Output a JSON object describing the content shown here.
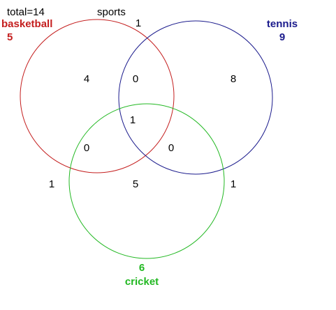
{
  "header": {
    "total": "total=14",
    "universe_label": "sports",
    "universe_only": "1"
  },
  "sets": {
    "basketball": {
      "label": "basketball",
      "count": "5",
      "color": "#c41e1e"
    },
    "tennis": {
      "label": "tennis",
      "count": "9",
      "color": "#1a1a8c"
    },
    "cricket": {
      "label": "cricket",
      "count": "6",
      "color": "#22b822"
    }
  },
  "regions": {
    "basketball_only": "4",
    "basketball_tennis": "0",
    "tennis_only": "8",
    "all_three": "1",
    "basketball_cricket": "0",
    "tennis_cricket": "0",
    "cricket_only": "5",
    "outside_left": "1",
    "outside_right": "1"
  },
  "colors": {
    "text": "#000000",
    "background": "#ffffff"
  }
}
